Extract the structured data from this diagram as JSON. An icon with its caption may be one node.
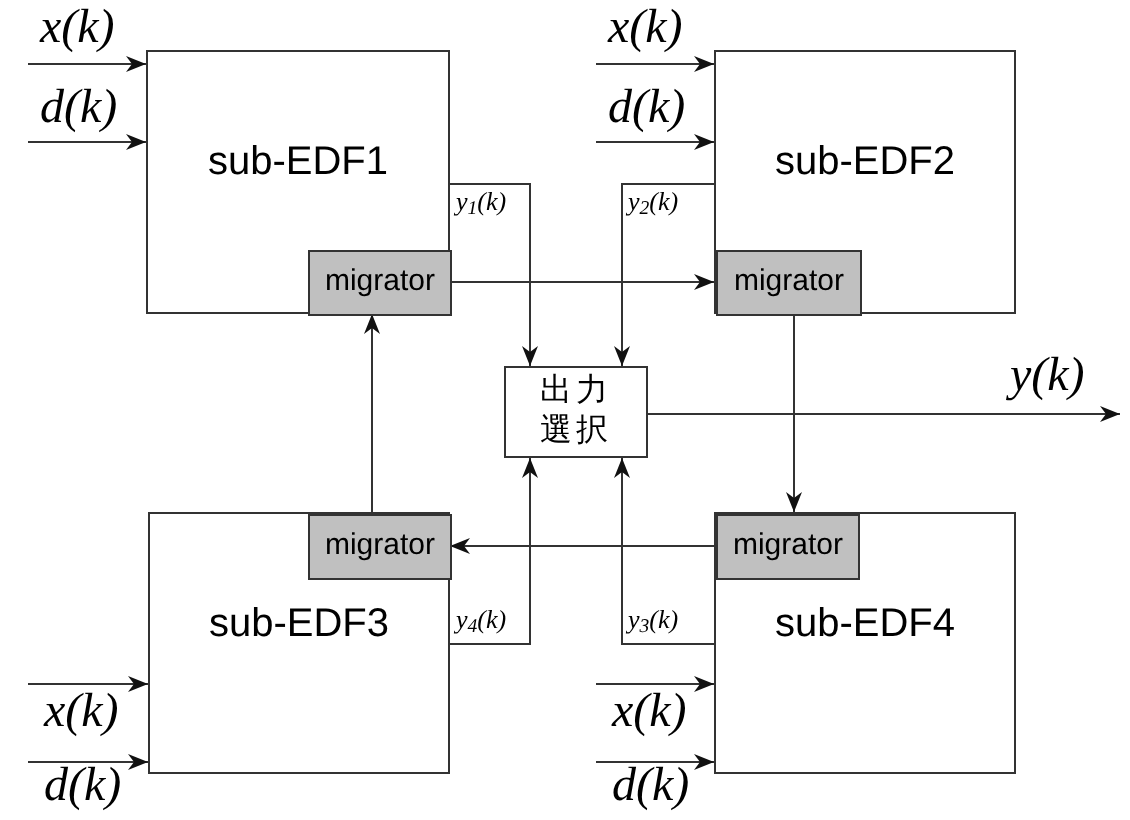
{
  "diagram": {
    "nodes": [
      {
        "text": [
          "sub-EDF1"
        ]
      },
      {
        "text": [
          "migrator"
        ],
        "in": 0
      },
      {
        "text": [
          "sub-EDF2"
        ]
      },
      {
        "text": [
          "migrator"
        ],
        "in": 2
      },
      {
        "text": [
          "出力選択"
        ]
      },
      {
        "text": [
          "sub-EDF3"
        ]
      },
      {
        "text": [
          "migrator"
        ],
        "in": 5
      },
      {
        "text": [
          "sub-EDF4"
        ]
      },
      {
        "text": [
          "migrator"
        ],
        "in": 7
      }
    ],
    "edges": [
      {
        "from": null,
        "to": 0,
        "arrow": "to",
        "label": "x(k)"
      },
      {
        "from": null,
        "to": 0,
        "arrow": "to",
        "label": "d(k)"
      },
      {
        "from": null,
        "to": 2,
        "arrow": "to",
        "label": "x(k)"
      },
      {
        "from": null,
        "to": 2,
        "arrow": "to",
        "label": "d(k)"
      },
      {
        "from": 0,
        "to": 4,
        "arrow": "to",
        "label": "y$_{1}$(k)"
      },
      {
        "from": 2,
        "to": 4,
        "arrow": "to",
        "label": "y$_{2}$(k)"
      },
      {
        "from": 1,
        "to": 3,
        "arrow": "to"
      },
      {
        "from": 3,
        "to": 8,
        "arrow": "to"
      },
      {
        "from": 8,
        "to": 6,
        "arrow": "to"
      },
      {
        "from": 6,
        "to": 1,
        "arrow": "to"
      },
      {
        "from": 4,
        "to": null,
        "arrow": "to",
        "label": "y(k)"
      },
      {
        "from": 5,
        "to": 4,
        "arrow": "to",
        "label": "y$_{4}$(k)"
      },
      {
        "from": 7,
        "to": 4,
        "arrow": "to",
        "label": "y$_{3}$(k)"
      },
      {
        "from": null,
        "to": 5,
        "arrow": "to",
        "label": "x(k)"
      },
      {
        "from": null,
        "to": 5,
        "arrow": "to",
        "label": "d(k)"
      },
      {
        "from": null,
        "to": 7,
        "arrow": "to",
        "label": "x(k)"
      },
      {
        "from": null,
        "to": 7,
        "arrow": "to",
        "label": "d(k)"
      }
    ]
  }
}
